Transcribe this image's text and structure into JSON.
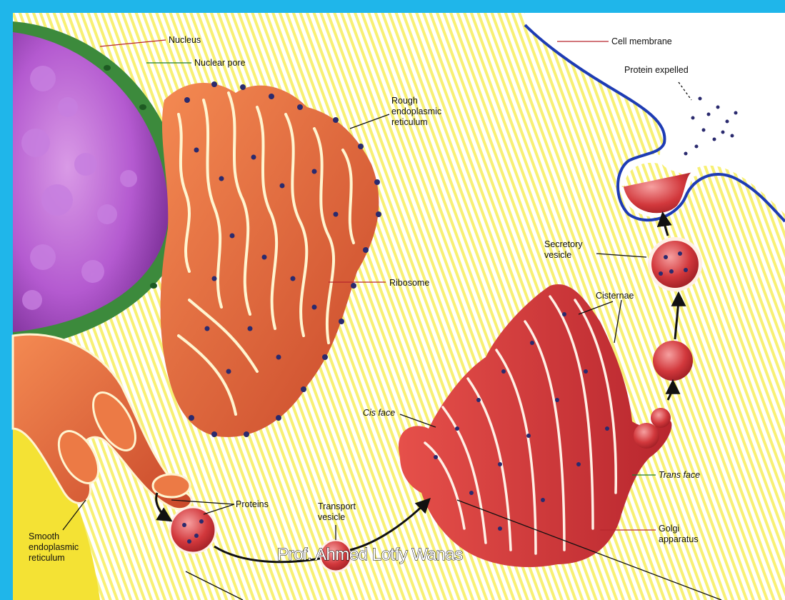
{
  "labels": {
    "nucleus": "Nucleus",
    "nuclear_pore": "Nuclear pore",
    "rough_er": [
      "Rough",
      "endoplasmic",
      "reticulum"
    ],
    "ribosome": "Ribosome",
    "smooth_er": [
      "Smooth",
      "endoplasmic",
      "reticulum"
    ],
    "proteins": "Proteins",
    "transport_vesicle": [
      "Transport",
      "vesicle"
    ],
    "cis_face": "Cis face",
    "cisternae": "Cisternae",
    "trans_face": "Trans face",
    "golgi": [
      "Golgi",
      "apparatus"
    ],
    "secretory_vesicle": [
      "Secretory",
      "vesicle"
    ],
    "cell_membrane": "Cell membrane",
    "protein_expelled": "Protein expelled"
  },
  "credit": "Prof. Ahmed Lotfy Wanas",
  "colors": {
    "frame": "#1fb6ea",
    "stripe_yellow": "#f7f075",
    "nucleus_purple": "#b45ad0",
    "nuclear_envelope": "#3c8a3c",
    "er_orange": "#e8683a",
    "golgi_red": "#d2383c",
    "membrane_blue": "#1e3cb4",
    "ribosome_navy": "#2a2a6e"
  }
}
